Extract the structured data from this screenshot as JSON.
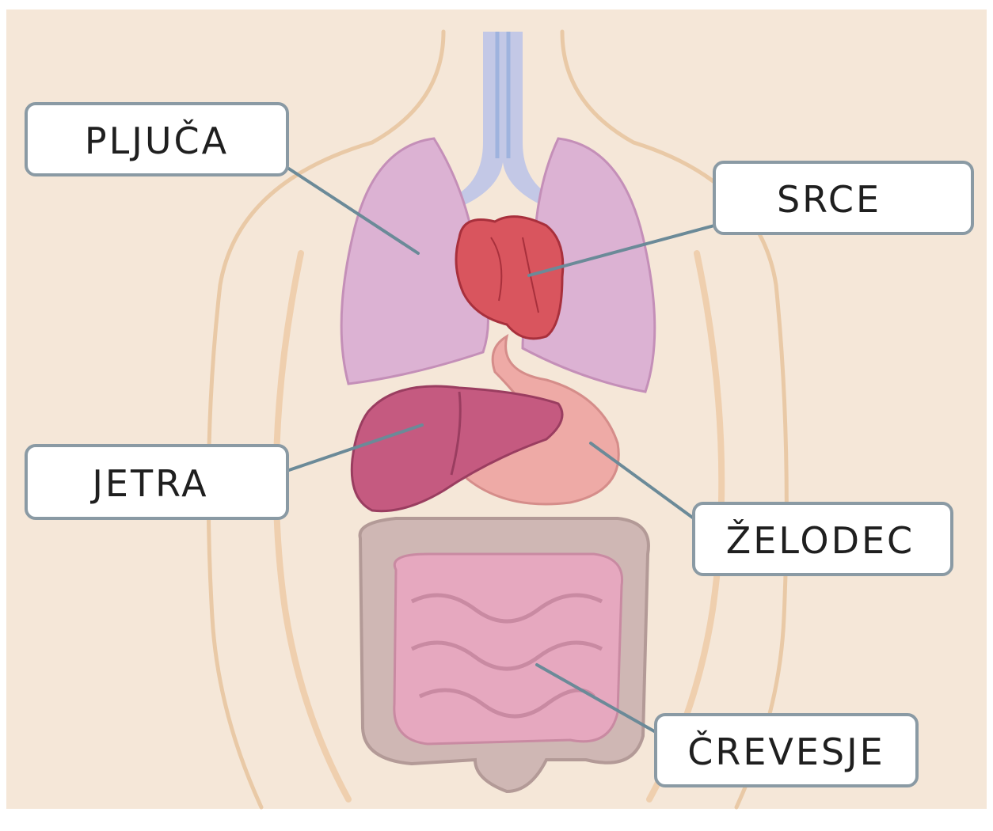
{
  "labels": {
    "lungs": "PLJUČA",
    "heart": "SRCE",
    "liver": "JETRA",
    "stomach": "ŽELODEC",
    "intestines": "ČREVESJE"
  },
  "colors": {
    "background": "#f5e7d8",
    "skin_outline": "#e9c9a6",
    "trachea": "#c3c8e6",
    "lungs": "#dcb2d3",
    "heart": "#d9555e",
    "liver": "#c55a80",
    "stomach": "#eeaaa6",
    "intestines": "#e6a8bf",
    "large_intestine": "#cfb7b4",
    "leader_line": "#6b8a98",
    "label_border": "#8a9aa4",
    "label_fill": "#ffffff"
  }
}
